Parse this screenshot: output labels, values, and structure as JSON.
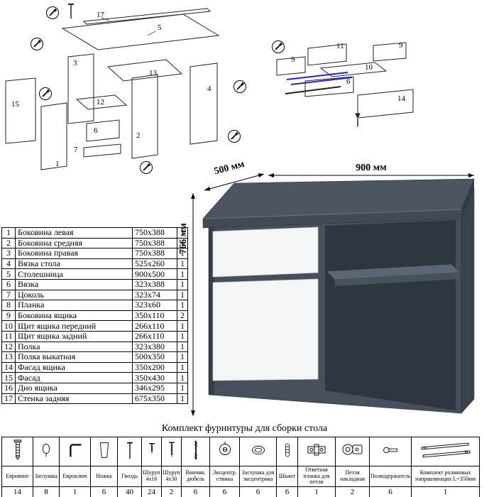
{
  "dimensions": {
    "width": "900 мм",
    "depth": "500 мм",
    "height": "766 мм"
  },
  "parts_table": {
    "rows": [
      {
        "num": "1",
        "name": "Боковина левая",
        "size": "750x388",
        "qty": "1"
      },
      {
        "num": "2",
        "name": "Боковина средняя",
        "size": "750x388",
        "qty": "1"
      },
      {
        "num": "3",
        "name": "Боковина правая",
        "size": "750x388",
        "qty": "1"
      },
      {
        "num": "4",
        "name": "Вязка стола",
        "size": "525x260",
        "qty": "1"
      },
      {
        "num": "5",
        "name": "Столешница",
        "size": "900x500",
        "qty": "1"
      },
      {
        "num": "6",
        "name": "Вязка",
        "size": "323x388",
        "qty": "1"
      },
      {
        "num": "7",
        "name": "Цоколь",
        "size": "323x74",
        "qty": "1"
      },
      {
        "num": "8",
        "name": "Планка",
        "size": "323x60",
        "qty": "1"
      },
      {
        "num": "9",
        "name": "Боковина ящика",
        "size": "350x110",
        "qty": "2"
      },
      {
        "num": "10",
        "name": "Щит ящика передний",
        "size": "266x110",
        "qty": "1"
      },
      {
        "num": "11",
        "name": "Щит ящика задний",
        "size": "266x110",
        "qty": "1"
      },
      {
        "num": "12",
        "name": "Полка",
        "size": "323x380",
        "qty": "1"
      },
      {
        "num": "13",
        "name": "Полка выкатная",
        "size": "500x350",
        "qty": "1"
      },
      {
        "num": "14",
        "name": "Фасад ящика",
        "size": "350x200",
        "qty": "1"
      },
      {
        "num": "15",
        "name": "Фасад",
        "size": "350x430",
        "qty": "1"
      },
      {
        "num": "16",
        "name": "Дно ящика",
        "size": "346x295",
        "qty": "1"
      },
      {
        "num": "17",
        "name": "Стенка задняя",
        "size": "675x350",
        "qty": "1"
      }
    ]
  },
  "hardware": {
    "title": "Комплект фурнитуры для сборки стола",
    "items": [
      {
        "name": "Евровинт",
        "qty": "14",
        "icon": "euro-screw"
      },
      {
        "name": "Заглушка",
        "qty": "8",
        "icon": "plug-cap"
      },
      {
        "name": "Евроключ",
        "qty": "1",
        "icon": "hex-key"
      },
      {
        "name": "Ножка",
        "qty": "6",
        "icon": "furniture-leg"
      },
      {
        "name": "Гвоздь",
        "qty": "40",
        "icon": "nail"
      },
      {
        "name": "Шуруп 4x16",
        "qty": "24",
        "icon": "screw-4x16"
      },
      {
        "name": "Шуруп 4x30",
        "qty": "2",
        "icon": "screw-4x30"
      },
      {
        "name": "Винчив. дюбель",
        "qty": "6",
        "icon": "dowel-screw"
      },
      {
        "name": "Эксцентр. стяжка",
        "qty": "6",
        "icon": "cam-lock"
      },
      {
        "name": "Заглушка для эксцентрика",
        "qty": "6",
        "icon": "cam-plug"
      },
      {
        "name": "Шкант",
        "qty": "6",
        "icon": "wood-dowel"
      },
      {
        "name": "Ответная планка для петли",
        "qty": "1",
        "icon": "hinge-plate"
      },
      {
        "name": "Петля накладная",
        "qty": "2",
        "icon": "overlay-hinge"
      },
      {
        "name": "Полкодержатель",
        "qty": "6",
        "icon": "shelf-pin"
      },
      {
        "name": "Комплект роликовых направляющих L=350мм",
        "qty": "1",
        "icon": "roller-slides"
      }
    ]
  },
  "diagram_left": {
    "callouts": [
      "17",
      "5",
      "3",
      "13",
      "15",
      "12",
      "6",
      "7",
      "1",
      "2",
      "4"
    ]
  },
  "diagram_right": {
    "callouts": [
      "11",
      "9",
      "9",
      "10",
      "6",
      "14"
    ]
  }
}
